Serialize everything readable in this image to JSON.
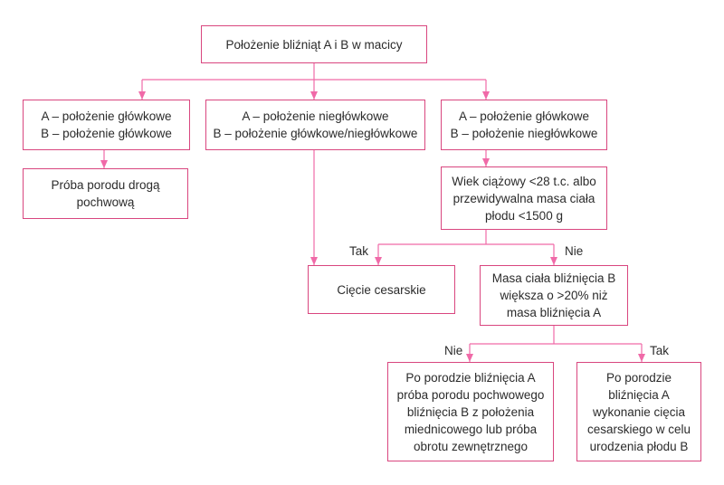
{
  "colors": {
    "stroke": "#d9467f",
    "arrow": "#f06aa8",
    "text": "#2b2b2b"
  },
  "nodes": {
    "root": "Położenie bliźniąt A i B w macicy",
    "head_head": "A – położenie główkowe\nB – położenie główkowe",
    "nonhead": "A – położenie niegłówkowe\nB – położenie główkowe/niegłówkowe",
    "head_nonhead": "A – położenie główkowe\nB – położenie niegłówkowe",
    "vaginal_trial": "Próba porodu drogą\npochwową",
    "gest_age": "Wiek ciążowy <28 t.c. albo\nprzewidywalna masa ciała\npłodu <1500 g",
    "cesarean": "Cięcie cesarskie",
    "weight_diff": "Masa ciała bliźnięcia B\nwiększa o >20% niż\nmasa bliźnięcia A",
    "after_a_vaginal": "Po porodzie bliźnięcia A\npróba porodu pochwowego\nbliźnięcia B z położenia\nmiednicowego lub próba\nobrotu zewnętrznego",
    "after_a_cesarean": "Po porodzie\nbliźnięcia A\nwykonanie cięcia\ncesarskiego w celu\nurodzenia płodu B"
  },
  "edge_labels": {
    "gest_yes": "Tak",
    "gest_no": "Nie",
    "weight_no": "Nie",
    "weight_yes": "Tak"
  }
}
